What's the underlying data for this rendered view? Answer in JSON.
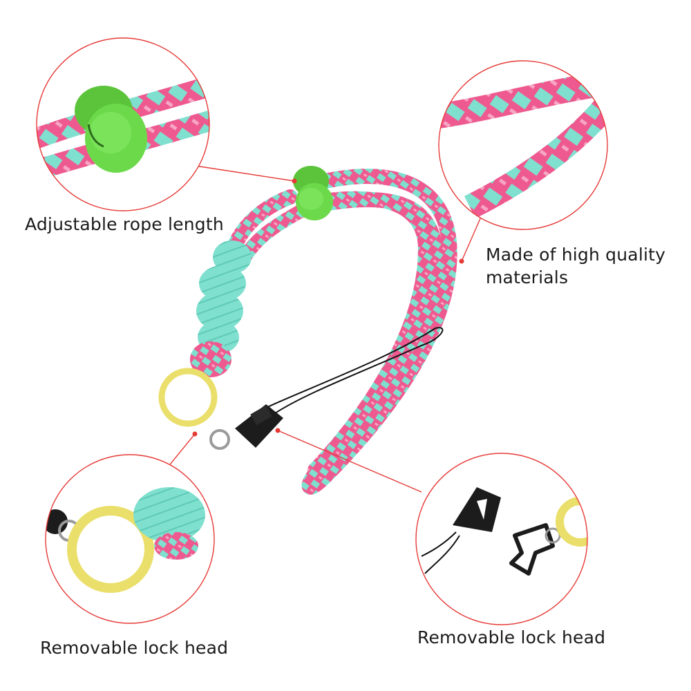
{
  "callouts": {
    "adjust": "Adjustable rope length",
    "material_line1": "Made of high quality",
    "material_line2": "materials",
    "lock_left": "Removable lock head",
    "lock_right": "Removable lock head"
  },
  "colors": {
    "background": "#ffffff",
    "callout_line": "#e53935",
    "callout_dot": "#e53935",
    "rope_pink": "#ee5a8f",
    "rope_teal": "#7fe0cf",
    "toggle_green": "#6cd94a",
    "ring_yellow": "#eadf6a",
    "clip_black": "#1c1c1c",
    "text": "#1a1a1a"
  }
}
